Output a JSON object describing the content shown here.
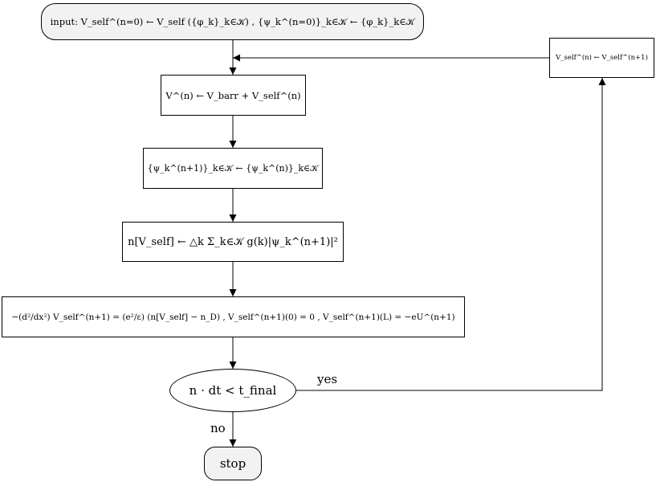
{
  "nodes": {
    "input": "input:    V_self^(n=0) ← V_self ({φ_k}_k∈𝒦) ,  {ψ_k^(n=0)}_k∈𝒦 ← {φ_k}_k∈𝒦",
    "potential": "V^(n) ← V_barr + V_self^(n)",
    "wavefunction": "{ψ_k^(n+1)}_k∈𝒦 ← {ψ_k^(n)}_k∈𝒦",
    "density": "n[V_self] ← △k Σ_k∈𝒦 g(k)|ψ_k^(n+1)|²",
    "poisson": "−(d²/dx²) V_self^(n+1) = (e²/ε) (n[V_self] − n_D) ,   V_self^(n+1)(0) = 0 ,   V_self^(n+1)(L) = −eU^(n+1)",
    "condition": "n · dt < t_final",
    "stop": "stop",
    "update": "V_self^(n) ← V_self^(n+1)"
  },
  "edge_labels": {
    "yes": "yes",
    "no": "no"
  }
}
